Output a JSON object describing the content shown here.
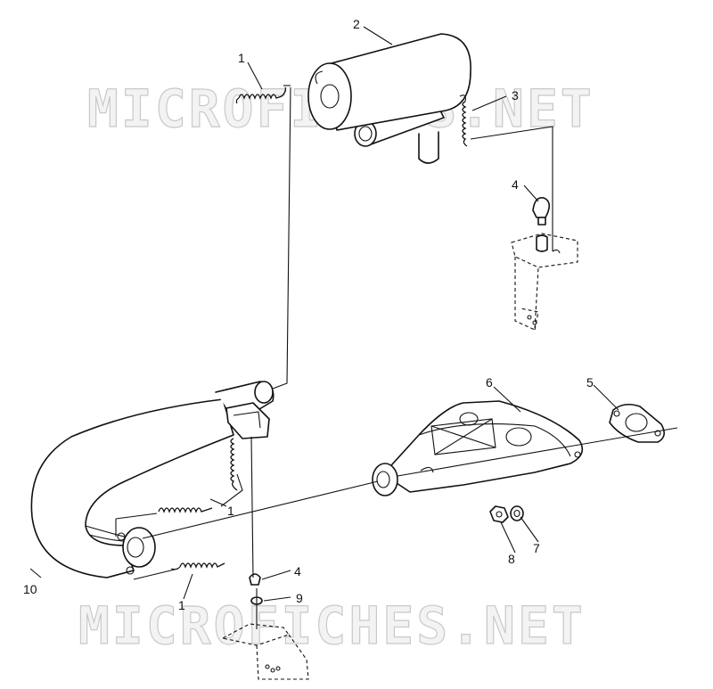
{
  "watermark_text": "MICROFICHES.NET",
  "callouts": {
    "c1_top": "1",
    "c2": "2",
    "c3": "3",
    "c4_upper": "4",
    "c5": "5",
    "c6": "6",
    "c7": "7",
    "c8": "8",
    "c1_mid": "1",
    "c4_lower": "4",
    "c9": "9",
    "c10": "10",
    "c1_bottom": "1"
  },
  "colors": {
    "line": "#111111",
    "paper": "#ffffff",
    "watermark": "#c9c9c9"
  }
}
